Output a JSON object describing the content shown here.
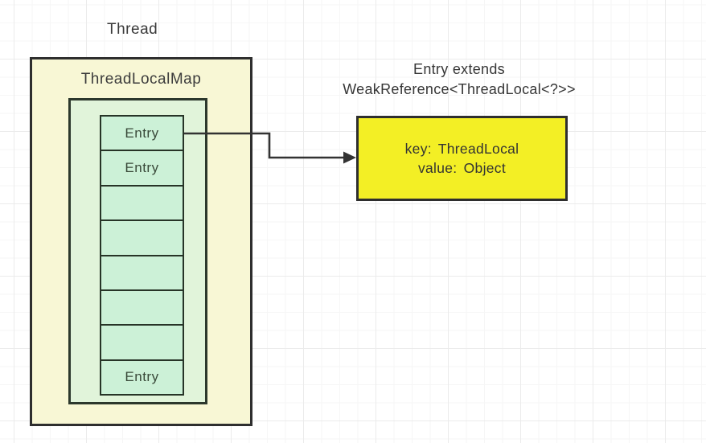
{
  "diagram": {
    "thread_label": "Thread",
    "map_box": {
      "title": "ThreadLocalMap"
    },
    "slots": [
      {
        "label": "Entry"
      },
      {
        "label": "Entry"
      },
      {
        "label": ""
      },
      {
        "label": ""
      },
      {
        "label": ""
      },
      {
        "label": ""
      },
      {
        "label": ""
      },
      {
        "label": "Entry"
      }
    ],
    "entry_note": {
      "line1": "Entry extends",
      "line2": "WeakReference<ThreadLocal<?>>"
    },
    "entry_box": {
      "line1": "key:  ThreadLocal",
      "line2": "value:  Object"
    },
    "colors": {
      "map_fill": "#f8f7d5",
      "container_fill": "#e1f4da",
      "cell_fill": "#ccf1d7",
      "entry_fill": "#f3ef25",
      "border": "#2e2e2e"
    }
  }
}
